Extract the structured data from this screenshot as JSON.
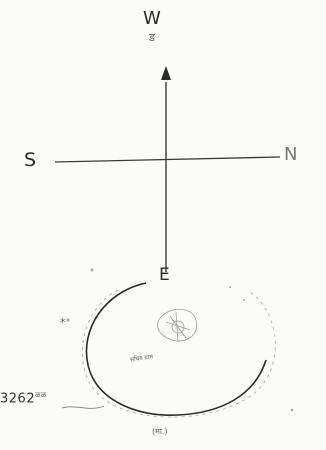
{
  "compass": {
    "north_label": "W",
    "north_sub": "ड",
    "west_label": "S",
    "east_label": "N",
    "south_label": "E"
  },
  "stamp": {
    "number_text": "3262",
    "number_tail": "ळळ",
    "bottom_text": "(मा.)",
    "middle_text": "सचिव ग्राम"
  },
  "colors": {
    "ink": "#2a2a2a",
    "paper": "#fbfbf9",
    "faint": "#8a8a8a"
  }
}
